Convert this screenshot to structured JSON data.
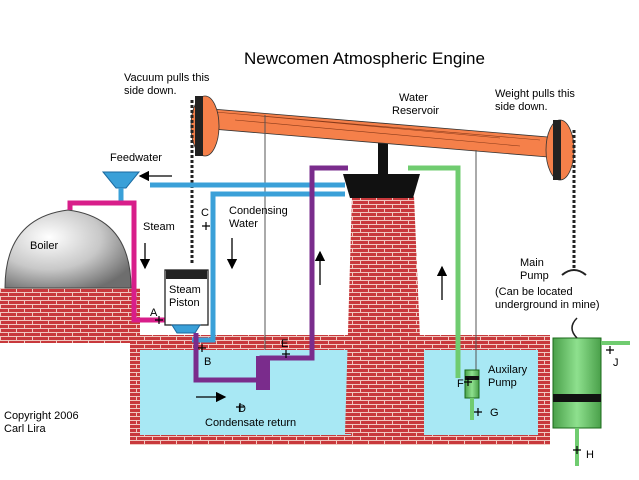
{
  "title": "Newcomen Atmospheric Engine",
  "labels": {
    "vacuum_l1": "Vacuum pulls this",
    "vacuum_l2": "side down.",
    "weight_l1": "Weight pulls this",
    "weight_l2": "side down.",
    "water_res_l1": "Water",
    "water_res_l2": "Reservoir",
    "feedwater": "Feedwater",
    "steam": "Steam",
    "condensing_l1": "Condensing",
    "condensing_l2": "Water",
    "boiler": "Boiler",
    "steam_piston_l1": "Steam",
    "steam_piston_l2": "Piston",
    "main_pump_l1": "Main",
    "main_pump_l2": "Pump",
    "located_l1": "(Can be located",
    "located_l2": "underground in mine)",
    "auxilary_l1": "Auxilary",
    "auxilary_l2": "Pump",
    "condensate": "Condensate return",
    "copyright_l1": "Copyright 2006",
    "copyright_l2": "Carl Lira"
  },
  "valves": {
    "a": "A",
    "b": "B",
    "c": "C",
    "d": "D",
    "e": "E",
    "f": "F",
    "g": "G",
    "h": "H",
    "j": "J"
  },
  "colors": {
    "beam": "#f5804a",
    "brick": "#c8393c",
    "mortar": "#f0c8c0",
    "water": "#a8e8f4",
    "steam_pipe": "#d81e8a",
    "feed_pipe": "#3aa0d8",
    "condensate_pipe": "#7a2c8c",
    "aux_pipe": "#70cc70",
    "boiler": "#c8c8c8"
  }
}
